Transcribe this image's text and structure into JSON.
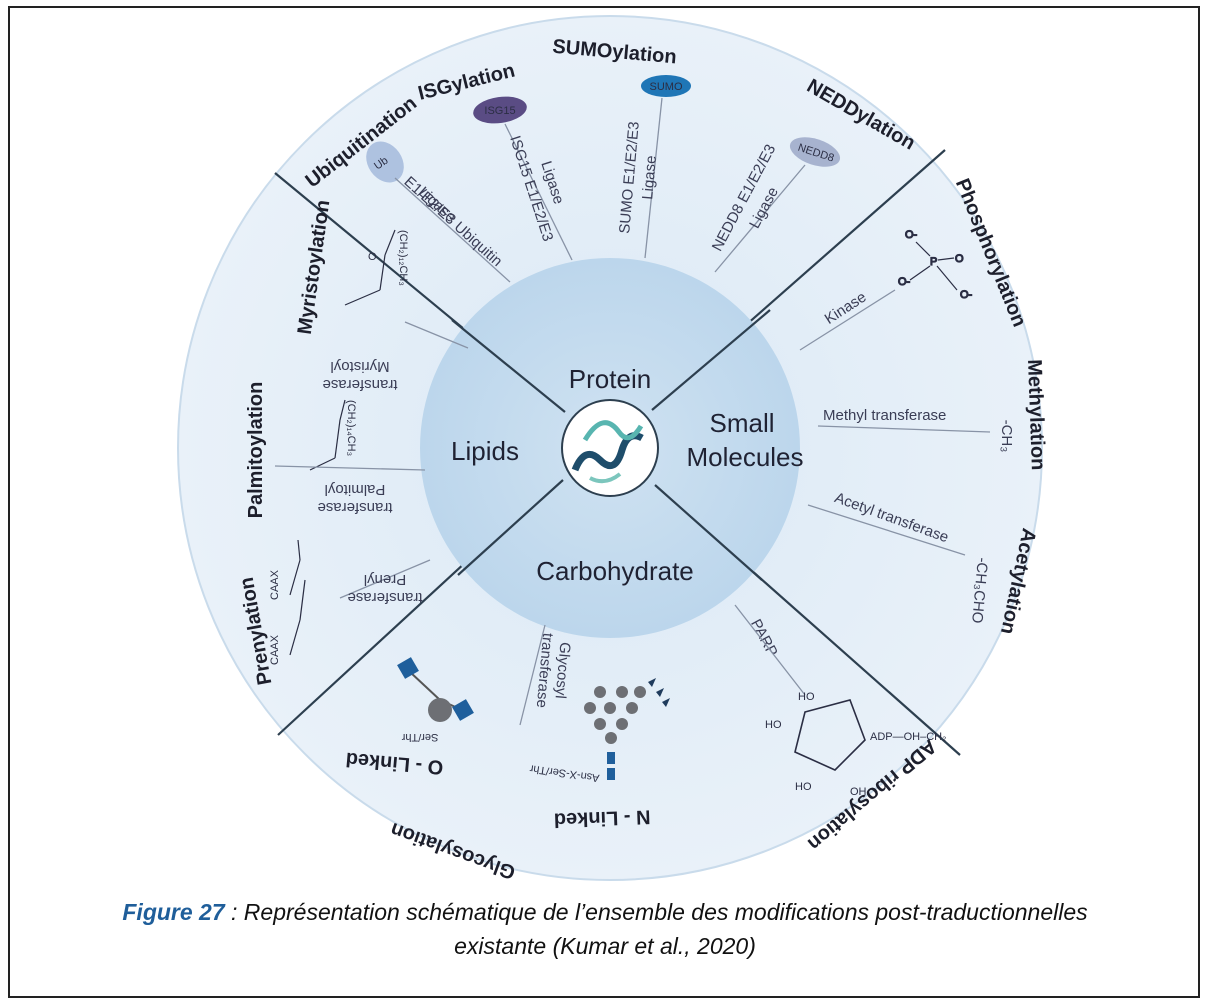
{
  "center": {
    "protein": "Protein",
    "lipids": "Lipids",
    "small_molecules_1": "Small",
    "small_molecules_2": "Molecules",
    "carbohydrate": "Carbohydrate"
  },
  "protein_mods": {
    "ubiquitination": "Ubiquitination",
    "ub_badge": "Ub",
    "ub_enzyme_1": "E1/E2/E3 Ubiquitin",
    "ub_enzyme_2": "Ligase",
    "isgylation": "ISGylation",
    "isg_badge": "ISG15",
    "isg_enzyme_1": "ISG15 E1/E2/E3",
    "isg_enzyme_2": "Ligase",
    "sumoylation": "SUMOylation",
    "sumo_badge": "SUMO",
    "sumo_enzyme_1": "SUMO E1/E2/E3",
    "sumo_enzyme_2": "Ligase",
    "neddylation": "NEDDylation",
    "nedd_badge": "NEDD8",
    "nedd_enzyme_1": "NEDD8 E1/E2/E3",
    "nedd_enzyme_2": "Ligase"
  },
  "small_mods": {
    "phosphorylation": "Phosphorylation",
    "kinase": "Kinase",
    "methylation": "Methylation",
    "methyl_enzyme": "Methyl transferase",
    "methyl_group": "-CH₃",
    "acetylation": "Acetylation",
    "acetyl_enzyme": "Acetyl transferase",
    "acetyl_group": "-CH₃CHO",
    "adp": "ADP ribosylation",
    "parp": "PARP"
  },
  "carb_mods": {
    "glycosylation": "Glycosylation",
    "n_linked": "N - Linked",
    "o_linked": "O - Linked",
    "glyco_enzyme_1": "Glycosyl",
    "glyco_enzyme_2": "transferase",
    "n_site": "Asn-X-Ser/Thr",
    "o_site": "Ser/Thr"
  },
  "lipid_mods": {
    "myristoylation": "Myristoylation",
    "myr_enzyme_1": "Myristoyl",
    "myr_enzyme_2": "transferase",
    "palmitoylation": "Palmitoylation",
    "pal_enzyme_1": "Palmitoyl",
    "pal_enzyme_2": "transferase",
    "prenylation": "Prenylation",
    "pren_enzyme_1": "Prenyl",
    "pren_enzyme_2": "transferase"
  },
  "caption": {
    "label": "Figure 27",
    "line1": " : Représentation schématique de l’ensemble des modifications post-traductionnelles",
    "line2": "existante (Kumar et al., 2020)"
  }
}
